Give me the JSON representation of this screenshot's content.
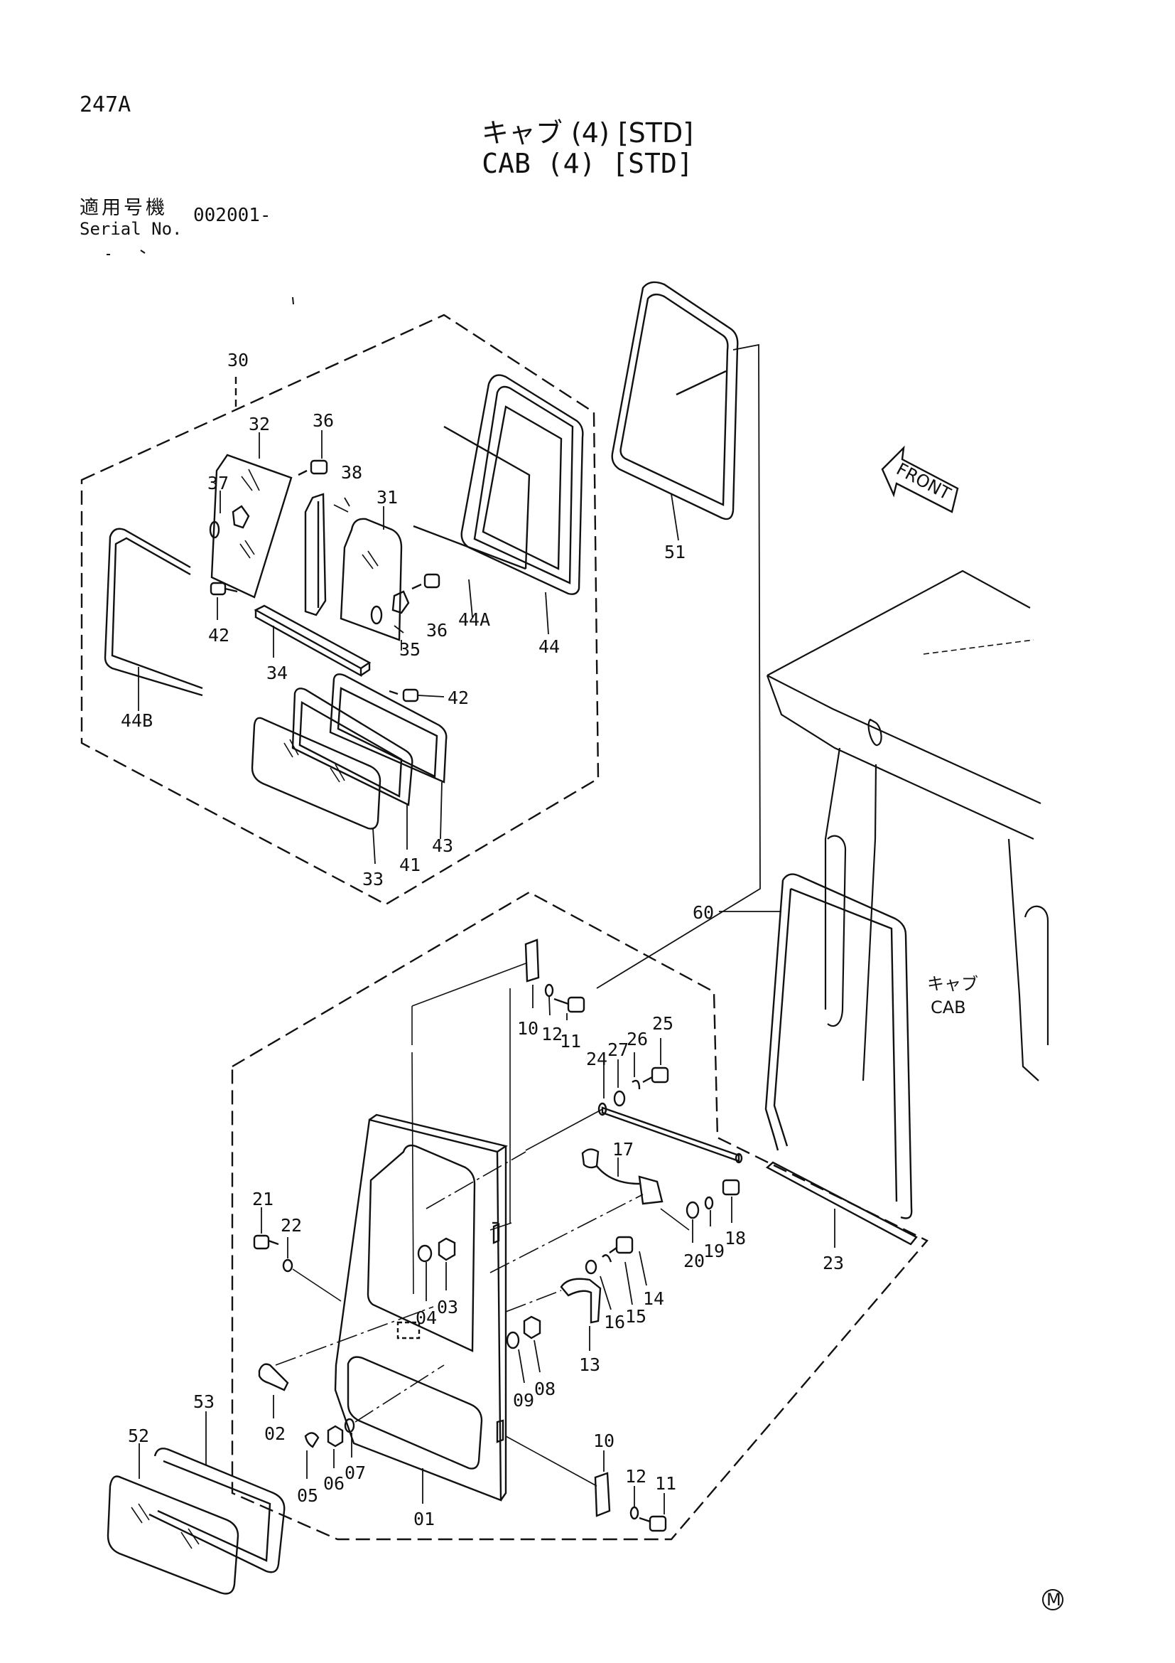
{
  "header": {
    "page_code": "247A",
    "title_jp": "キャブ (4) [STD]",
    "title_en": "CAB (4) [STD]",
    "serial_label_jp": "適用号機",
    "serial_label_en": "Serial No.",
    "serial_value": "002001-"
  },
  "annotations": {
    "front": "FRONT",
    "cab_jp": "キャブ",
    "cab_en": "CAB",
    "mark": "M"
  },
  "parts": {
    "p30": "30",
    "p32": "32",
    "p36a": "36",
    "p37": "37",
    "p38": "38",
    "p31": "31",
    "p44b": "44B",
    "p42a": "42",
    "p34": "34",
    "p36b": "36",
    "p35": "35",
    "p42b": "42",
    "p44a": "44A",
    "p44": "44",
    "p51": "51",
    "p33": "33",
    "p41": "41",
    "p43": "43",
    "p60": "60",
    "p10a": "10",
    "p12a": "12",
    "p11a": "11",
    "p24": "24",
    "p27": "27",
    "p26": "26",
    "p25": "25",
    "p17": "17",
    "p21": "21",
    "p22": "22",
    "p04": "04",
    "p03": "03",
    "p20": "20",
    "p19": "19",
    "p18": "18",
    "p23": "23",
    "p16": "16",
    "p15": "15",
    "p14": "14",
    "p13": "13",
    "p09": "09",
    "p08": "08",
    "p02": "02",
    "p53": "53",
    "p52": "52",
    "p05": "05",
    "p06": "06",
    "p07": "07",
    "p01": "01",
    "p10b": "10",
    "p12b": "12",
    "p11b": "11"
  }
}
